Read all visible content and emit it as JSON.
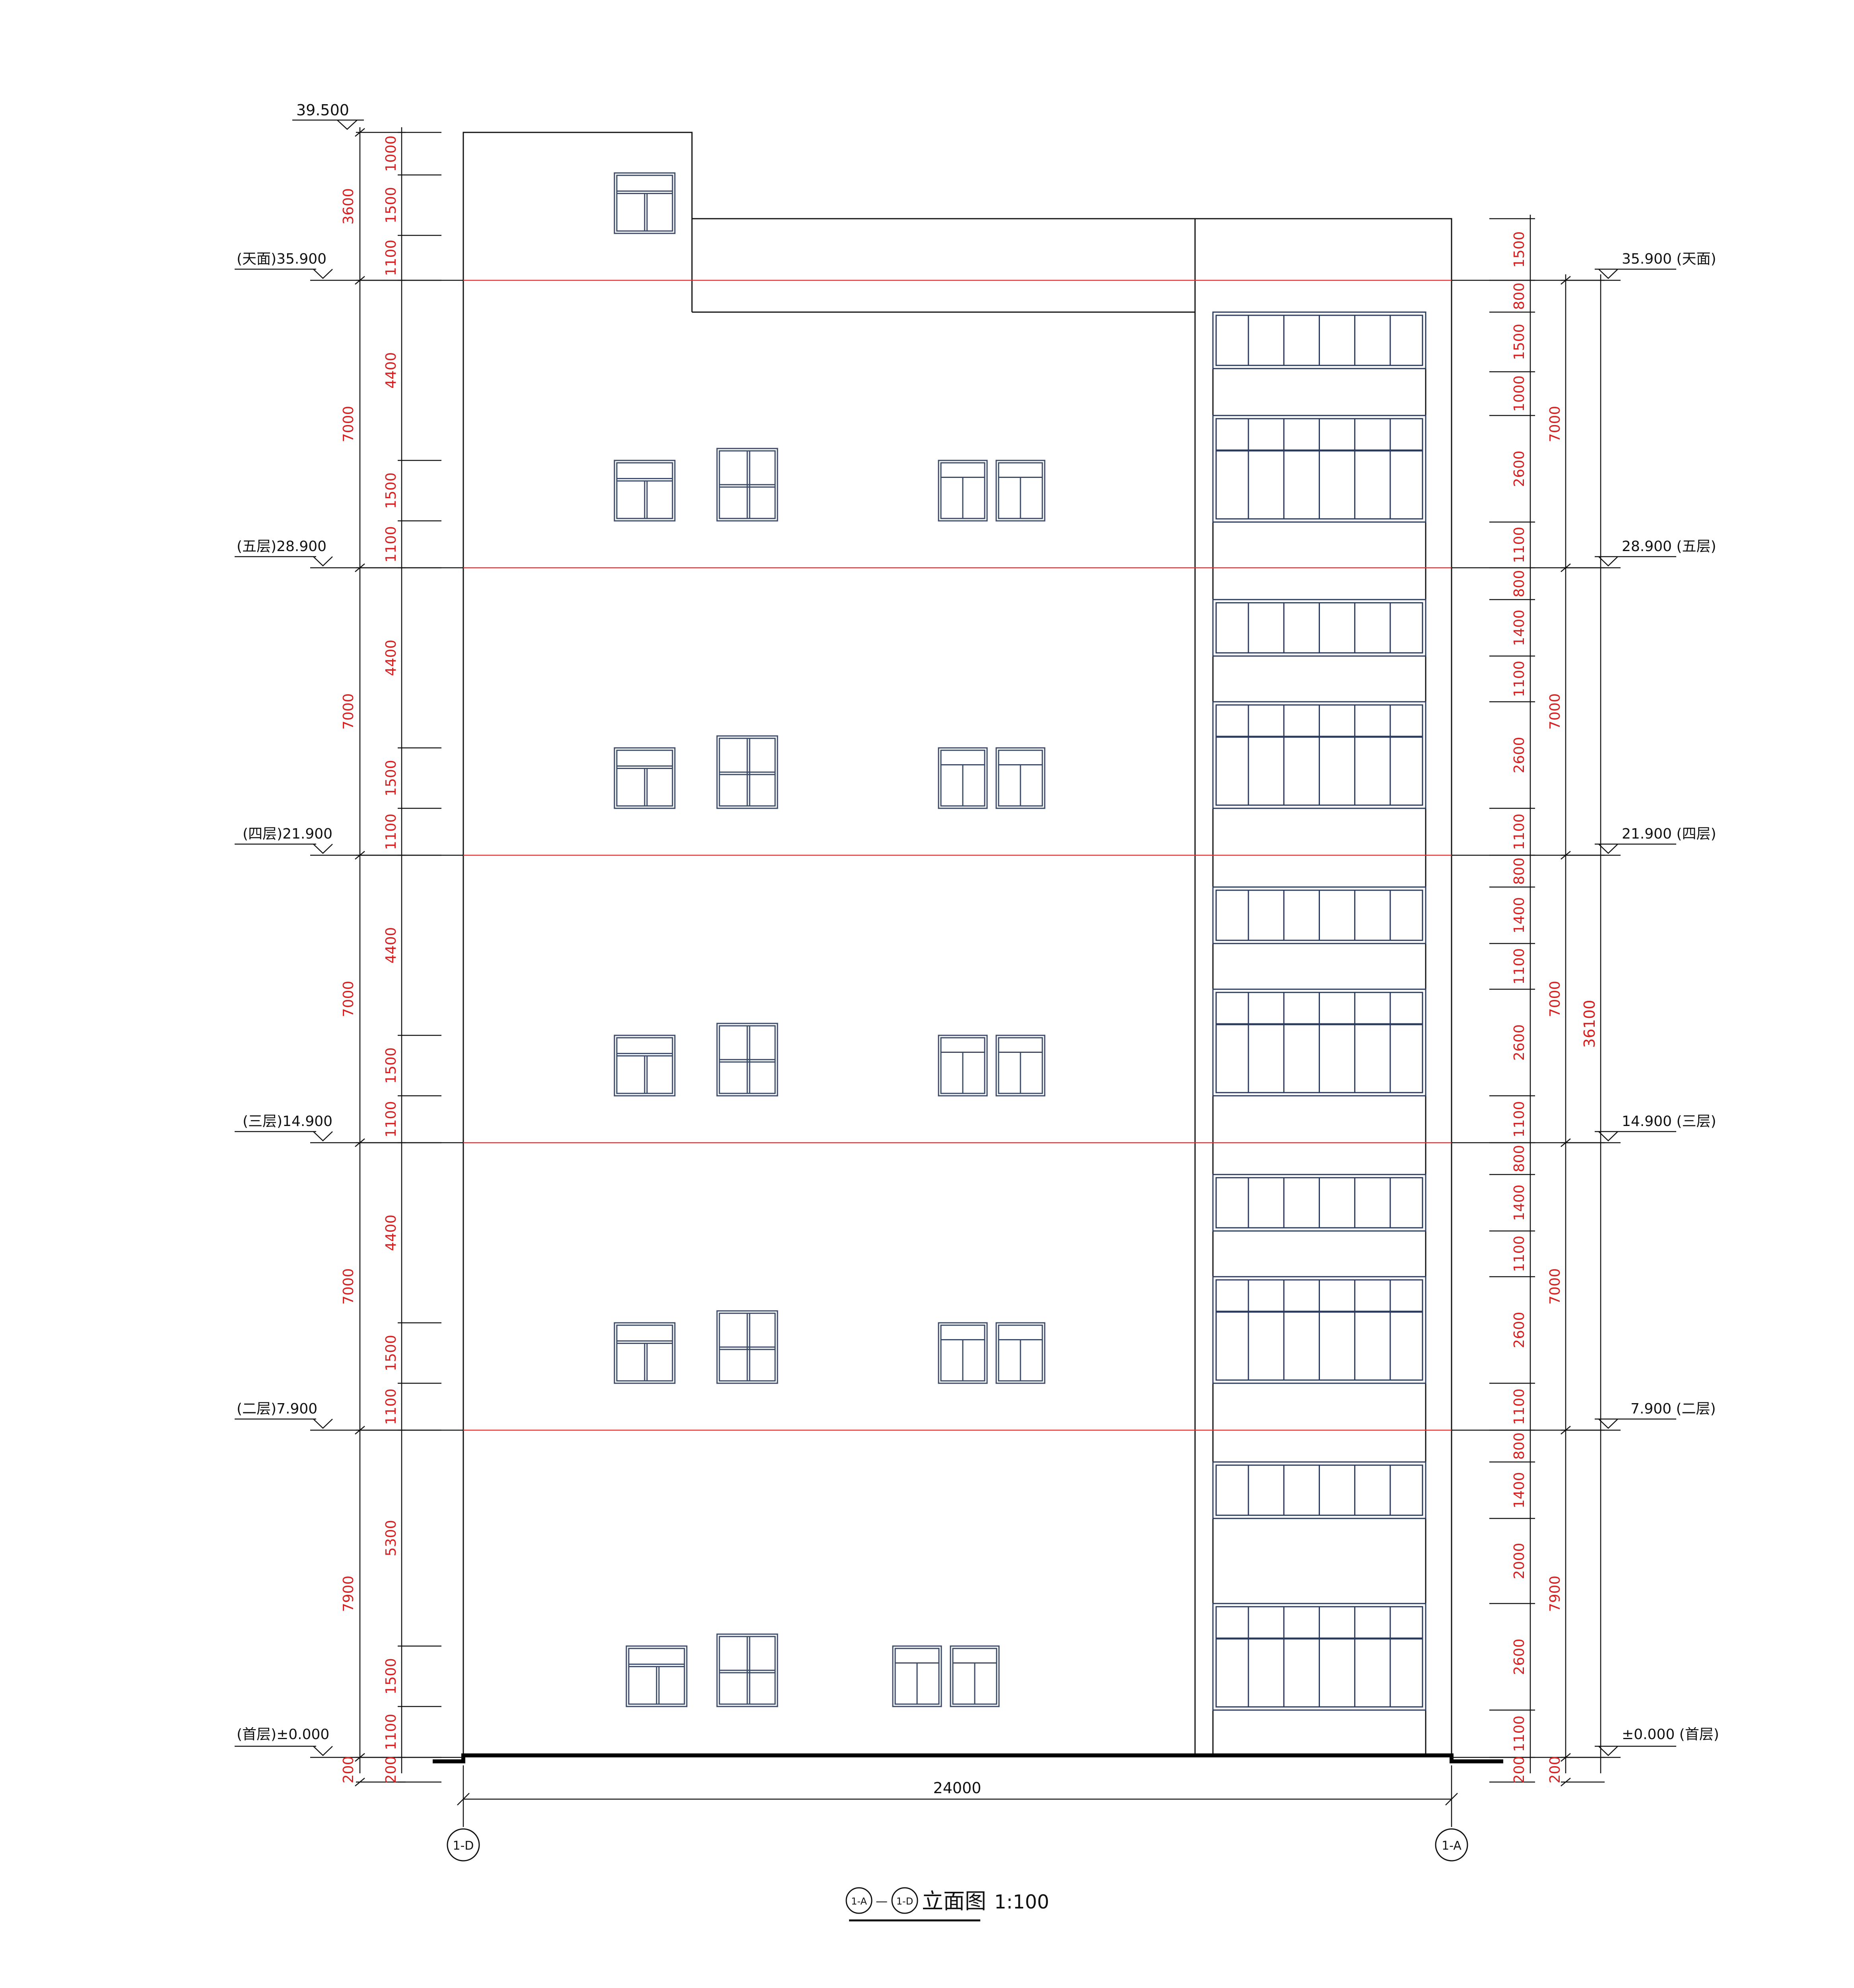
{
  "drawing": {
    "title_symbol_left": "1-A",
    "title_separator": "—",
    "title_symbol_right": "1-D",
    "title_text": "立面图",
    "scale": "1:100",
    "overall_width_dim": "24000",
    "axis_left": "1-D",
    "axis_right": "1-A",
    "total_height_dim": "36100",
    "top_elevation": "39.500"
  },
  "left_levels": [
    {
      "label": "(天面)35.900"
    },
    {
      "label": "(五层)28.900"
    },
    {
      "label": "(四层)21.900"
    },
    {
      "label": "(三层)14.900"
    },
    {
      "label": "(二层)7.900"
    },
    {
      "label": "(首层)±0.000"
    }
  ],
  "right_levels": [
    {
      "label": "35.900 (天面)"
    },
    {
      "label": "28.900 (五层)"
    },
    {
      "label": "21.900 (四层)"
    },
    {
      "label": "14.900 (三层)"
    },
    {
      "label": "7.900 (二层)"
    },
    {
      "label": "±0.000 (首层)"
    }
  ],
  "left_outer_dims": [
    "3600",
    "7000",
    "7000",
    "7000",
    "7000",
    "7900",
    "200"
  ],
  "left_inner_dims": [
    "1000",
    "1500",
    "1100",
    "4400",
    "1500",
    "1100",
    "4400",
    "1500",
    "1100",
    "4400",
    "1500",
    "1100",
    "4400",
    "1500",
    "1100",
    "5300",
    "1500",
    "1100",
    "200"
  ],
  "right_inner_dims": [
    "1500",
    "800",
    "1500",
    "1000",
    "2600",
    "1100",
    "800",
    "1400",
    "1100",
    "2600",
    "1100",
    "800",
    "1400",
    "1100",
    "2600",
    "1100",
    "800",
    "1400",
    "1100",
    "2600",
    "1100",
    "800",
    "1400",
    "2000",
    "2600",
    "1100",
    "200"
  ],
  "right_outer_dims": [
    "7000",
    "7000",
    "7000",
    "7000",
    "7900",
    "200"
  ],
  "colors": {
    "line": "#111111",
    "dimension_text": "#d42020",
    "level_line": "#e03030",
    "window_frame": "#3a4a66"
  }
}
